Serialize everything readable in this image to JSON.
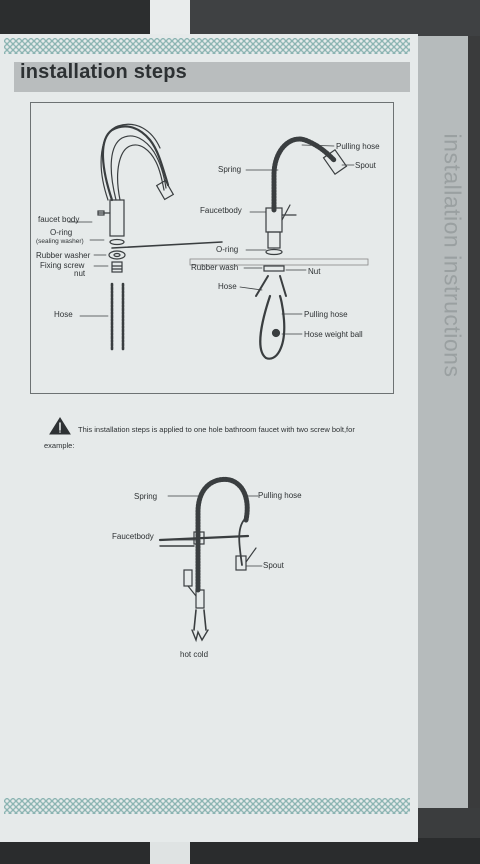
{
  "title": "installation steps",
  "back_page_text": "installation instructions",
  "diagram1": {
    "left_labels": {
      "faucet_body": "faucet body",
      "o_ring": "O-ring",
      "sealing_washer": "(sealing washer)",
      "rubber_washer": "Rubber washer",
      "fixing_screw": "Fixing screw",
      "nut": "nut",
      "hose": "Hose"
    },
    "right_labels": {
      "pulling_hose": "Pulling hose",
      "spout": "Spout",
      "spring": "Spring",
      "faucetbody": "Faucetbody",
      "o_ring": "O-ring",
      "rubber_wash": "Rubber wash",
      "nut": "Nut",
      "hose": "Hose",
      "pulling_hose_2": "Pulling hose",
      "hose_weight_ball": "Hose weight ball"
    }
  },
  "note": {
    "line1": "This installation steps is applied to one hole bathroom faucet with two screw bolt,for",
    "line2": "example:"
  },
  "diagram2": {
    "spring": "Spring",
    "pulling_hose": "Pulling hose",
    "faucetbody": "Faucetbody",
    "spout": "Spout",
    "hot_cold": "hot cold"
  },
  "colors": {
    "page": "#e6eaea",
    "border_pattern": "#8bb4b2",
    "header_bar": "#b9bdbe",
    "ink": "#2e3234"
  }
}
